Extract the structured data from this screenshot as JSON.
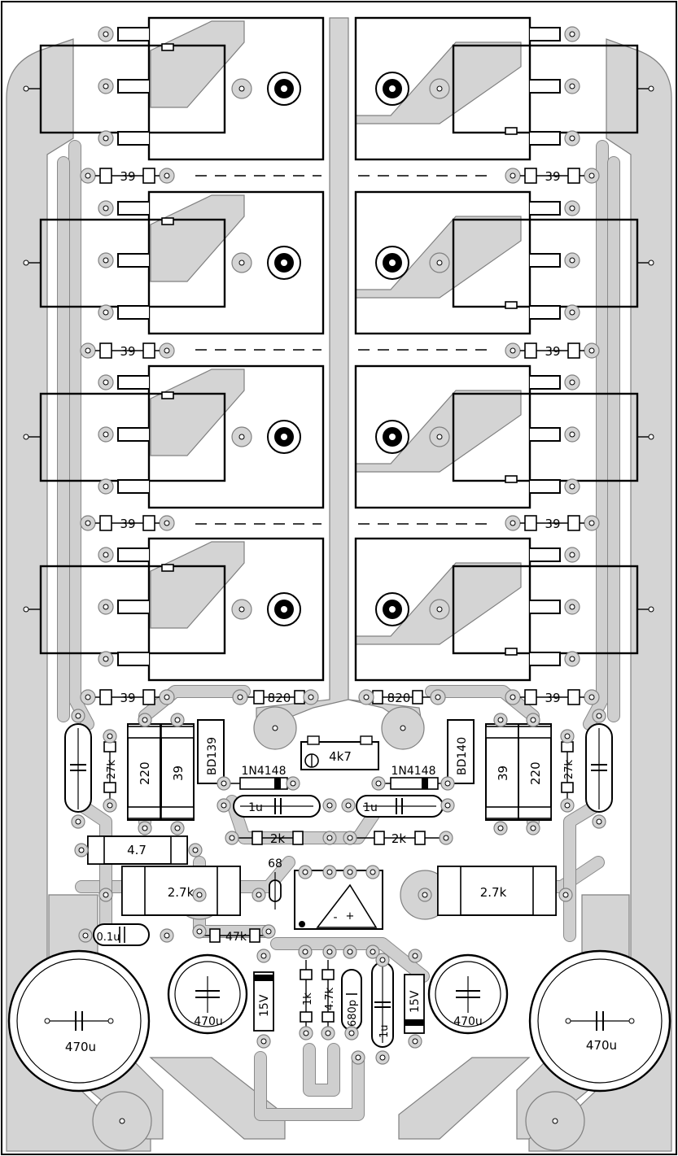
{
  "labels": {
    "r39": "39",
    "r820": "820",
    "r27k": "27k",
    "r220": "220",
    "bd139": "BD139",
    "bd140": "BD140",
    "d1n4148": "1N4148",
    "pot4k7": "4k7",
    "c1u": "1u",
    "r2k": "2k",
    "r4_7": "4.7",
    "r68": "68",
    "r2_7k": "2.7k",
    "r47k": "47k",
    "c0_1u": "0.1u",
    "c470u": "470u",
    "z15v": "15V",
    "r1k": "1k",
    "r4_7k": "4.7k",
    "c680p": "680p"
  },
  "colors": {
    "trace": "#d4d4d4",
    "trace_edge": "#808080",
    "ink": "#000000",
    "board": "#ffffff"
  }
}
